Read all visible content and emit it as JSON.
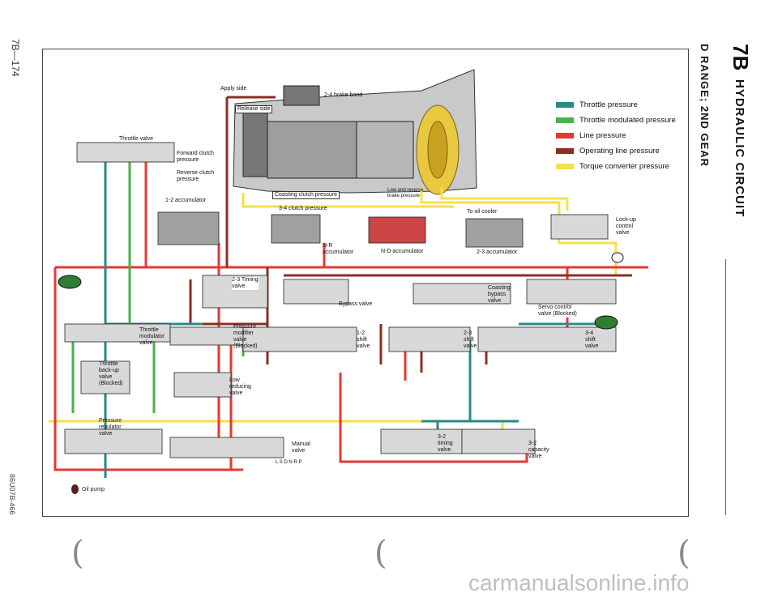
{
  "page": {
    "number": "7B—174",
    "code": "86U07B-466"
  },
  "header": {
    "chapter": "7B",
    "title": "HYDRAULIC CIRCUIT",
    "subtitle": "D RANGE; 2ND GEAR"
  },
  "legend": [
    {
      "label": "Throttle pressure",
      "color": "#2a8a8a"
    },
    {
      "label": "Throttle modulated pressure",
      "color": "#4caf50"
    },
    {
      "label": "Line pressure",
      "color": "#e53935"
    },
    {
      "label": "Operating line pressure",
      "color": "#8b2e24"
    },
    {
      "label": "Torque converter pressure",
      "color": "#f5e04a"
    }
  ],
  "labels": {
    "apply_side": "Apply side",
    "band": "2-4 brake band",
    "release_side": "Release side",
    "throttle_valve": "Throttle valve",
    "forward_clutch": "Forward clutch\npressure",
    "reverse_clutch": "Reverse clutch\npressure",
    "accumulator_12": "1-2 accumulator",
    "coasting_clutch": "Coasting clutch pressure",
    "low_reverse": "Low and reverse\nbrake pressure",
    "clutch_34": "3-4 clutch pressure",
    "oil_cooler": "To oil cooler",
    "nr_accumulator": "N-R\naccumulator",
    "nd_accumulator": "N-D accumulator",
    "accumulator_23": "2-3 accumulator",
    "lockup_control": "Lock-up\ncontrol\nvalve",
    "timing_23": "2-3 Timing\nvalve",
    "bypass": "Bypass valve",
    "coasting_bypass": "Coasting\nbypass\nvalve",
    "servo_control": "Servo control\nvalve (Blocked)",
    "throttle_modulator": "Throttle\nmodulator\nvalve",
    "pressure_modifier": "Pressure\nmodifier\nvalve\n(Blocked)",
    "shift_12": "1-2\nshift\nvalve",
    "shift_23": "2-3\nshift\nvalve",
    "shift_34": "3-4\nshift\nvalve",
    "throttle_backup": "Throttle\nback-up\nvalve\n(Blocked)",
    "low_reducing": "Low\nreducing\nvalve",
    "pressure_regulator": "Pressure\nregulator\nvalve",
    "manual": "Manual\nvalve",
    "manual_positions": "L S D N R P",
    "timing_32": "3-2\ntiming\nvalve",
    "capacity_32": "3-2\ncapacity\nvalve",
    "oil_pump": "Oil pump"
  },
  "watermark": "carmanualsonline.info"
}
